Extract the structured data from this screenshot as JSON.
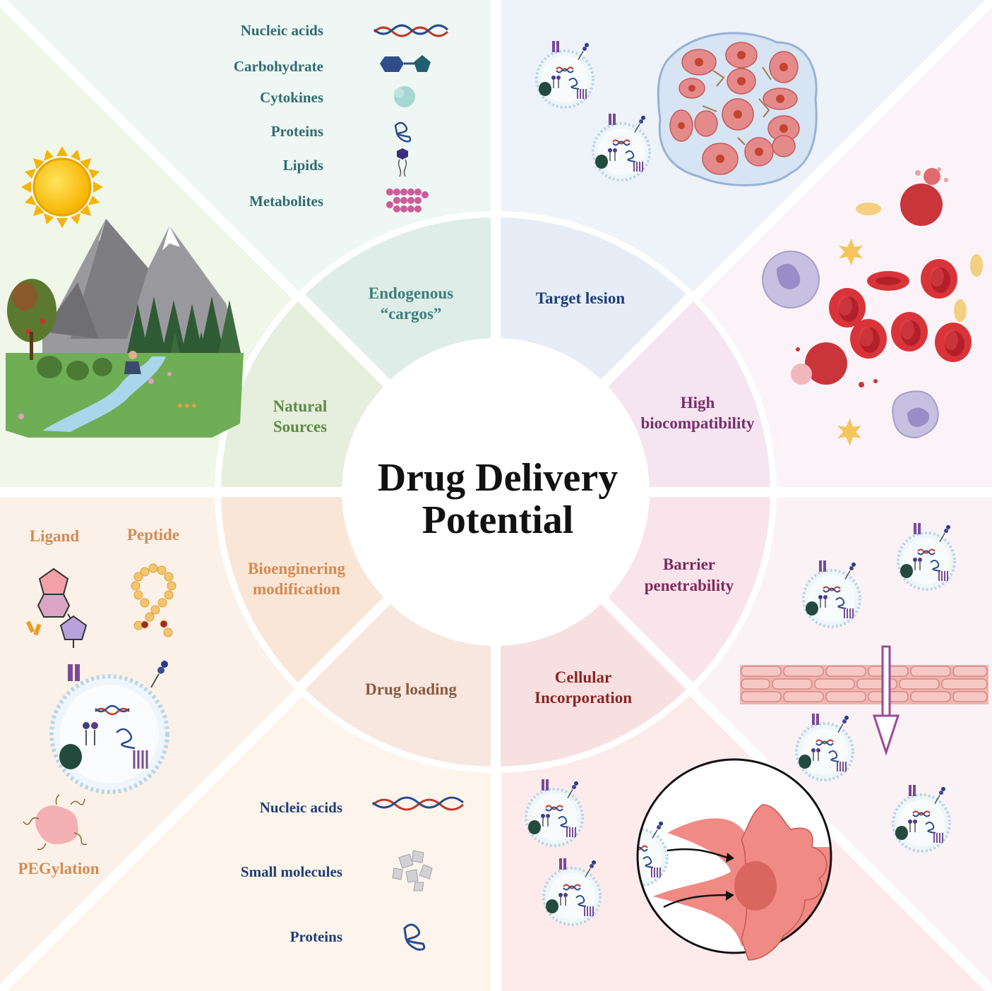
{
  "title": {
    "line1": "Drug Delivery",
    "line2": "Potential"
  },
  "segments": {
    "endogenous": {
      "line1": "Endogenous",
      "line2": "“cargos”",
      "color": "#3d7f7a"
    },
    "target": {
      "line1": "Target lesion",
      "color": "#1e3d78"
    },
    "biocompat": {
      "line1": "High",
      "line2": "biocompatibility",
      "color": "#7b2d6e"
    },
    "barrier": {
      "line1": "Barrier",
      "line2": "penetrability",
      "color": "#7d2a5a"
    },
    "cellular": {
      "line1": "Cellular",
      "line2": "Incorporation",
      "color": "#8a2424"
    },
    "loading": {
      "line1": "Drug loading",
      "color": "#8a5a3e"
    },
    "bioeng": {
      "line1": "Bioenginering",
      "line2": "modification",
      "color": "#d48a52"
    },
    "natural": {
      "line1": "Natural",
      "line2": "Sources",
      "color": "#5e8b45"
    }
  },
  "cargo_list": [
    "Nucleic acids",
    "Carbohydrate",
    "Cytokines",
    "Proteins",
    "Lipids",
    "Metabolites"
  ],
  "loading_list": [
    "Nucleic acids",
    "Small molecules",
    "Proteins"
  ],
  "modification_labels": {
    "ligand": "Ligand",
    "peptide": "Peptide",
    "peg": "PEGylation"
  },
  "colors": {
    "cargo_text": "#2f6b70",
    "loading_text": "#1e3d78",
    "modification_text": "#d48a52",
    "title_text": "#111111"
  }
}
